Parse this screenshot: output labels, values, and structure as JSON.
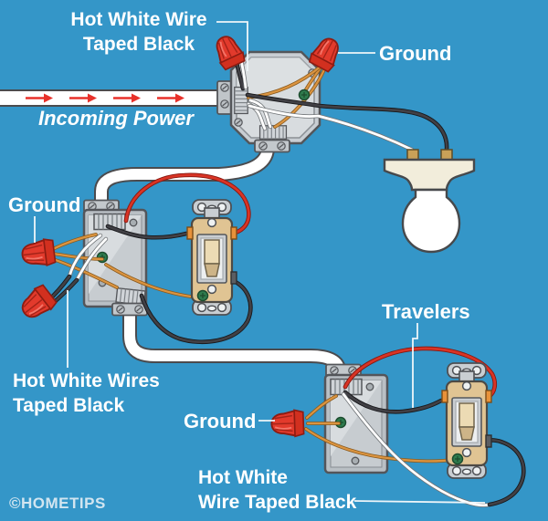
{
  "labels": {
    "hot_white_wire_top": {
      "line1": "Hot White Wire",
      "line2": "Taped Black"
    },
    "ground_junction": "Ground",
    "incoming_power": "Incoming Power",
    "ground_switch1": "Ground",
    "hot_white_wires_switch1": {
      "line1": "Hot White Wires",
      "line2": "Taped Black"
    },
    "ground_switch2": "Ground",
    "travelers": "Travelers",
    "hot_white_wire_switch2": {
      "line1": "Hot White",
      "line2": "Wire Taped Black"
    }
  },
  "branding": {
    "logo_text": "©HOMETIPS"
  },
  "components": {
    "junction_box": "octagonal-metal-junction-box",
    "light_fixture": "bare-bulb-ceramic-fixture",
    "switch_box_1": "metal-switch-box",
    "switch_box_2": "metal-switch-box",
    "switch_1": "three-way-toggle-switch",
    "switch_2": "three-way-toggle-switch",
    "wire_nut_count": 5,
    "incoming_power_arrow_count": 4
  },
  "colors": {
    "background": "#3496c8",
    "label_text": "#ffffff",
    "arrow_red": "#e8312a",
    "wire_red": "#d93425",
    "wire_black": "#3a3a3e",
    "wire_white": "#ffffff",
    "wire_copper": "#db9440",
    "wire_nut": "#e23a2c",
    "metal": "#c9ced2",
    "switch_body": "#e0c493"
  }
}
